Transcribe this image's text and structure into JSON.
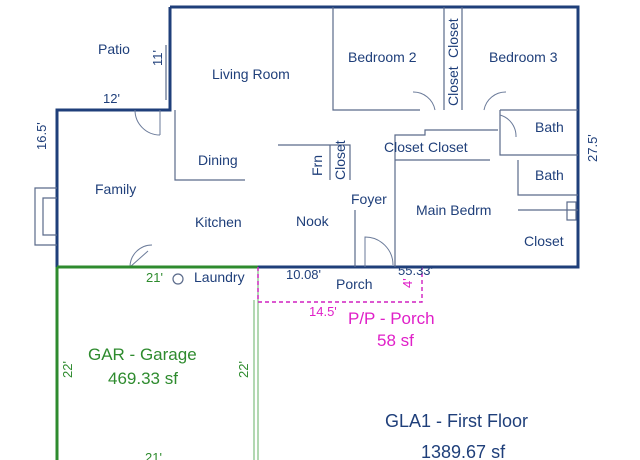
{
  "rooms": {
    "patio": "Patio",
    "living_room": "Living Room",
    "bedroom2": "Bedroom 2",
    "bedroom3": "Bedroom 3",
    "closet_b2": "Closet",
    "closet_b3": "Closet",
    "bath_top": "Bath",
    "bath_lower": "Bath",
    "closet_hall1": "Closet",
    "closet_hall2": "Closet",
    "frn": "Frn",
    "closet_frn": "Closet",
    "dining": "Dining",
    "family": "Family",
    "kitchen": "Kitchen",
    "nook": "Nook",
    "foyer": "Foyer",
    "main_bedrm": "Main Bedrm",
    "closet_main": "Closet",
    "laundry": "Laundry",
    "porch": "Porch"
  },
  "dimensions": {
    "patio_side": "11'",
    "patio_top": "12'",
    "left_wall": "16.5'",
    "right_wall": "27.5'",
    "laundry_width": "21'",
    "porch_left": "10.08'",
    "porch_right": "55.33'",
    "porch_depth": "4'",
    "porch_width": "14.5'",
    "garage_left": "22'",
    "garage_right": "22'",
    "garage_bottom": "21'"
  },
  "areas": {
    "garage_name": "GAR - Garage",
    "garage_area": "469.33 sf",
    "porch_name": "P/P - Porch",
    "porch_area": "58 sf",
    "floor_name": "GLA1 - First Floor",
    "floor_area": "1389.67 sf"
  },
  "colors": {
    "walls": "#1f3f7a",
    "garage": "#2e8b2e",
    "porch": "#e020c8"
  }
}
